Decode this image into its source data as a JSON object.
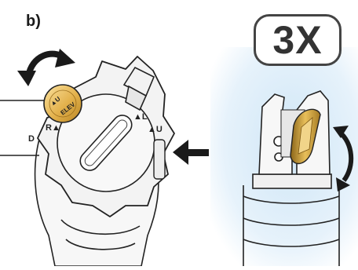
{
  "panel_label": "b)",
  "magnification": "3X",
  "knob_labels": {
    "up_small": "U",
    "elev": "ELEV",
    "down_left": "D",
    "right": "R",
    "left": "L",
    "up_right": "U"
  },
  "colors": {
    "outline": "#222222",
    "knob_fill": "#f4f4f4",
    "elevator_knob": "#e8b84a",
    "elevator_lever": "#d9a640",
    "zoom_background": "#d9ecf8",
    "arrow_fill": "#1a1a1a"
  },
  "icons": [
    "rotate-arrow-icon",
    "push-arrow-icon",
    "rotate-arrow-icon"
  ]
}
